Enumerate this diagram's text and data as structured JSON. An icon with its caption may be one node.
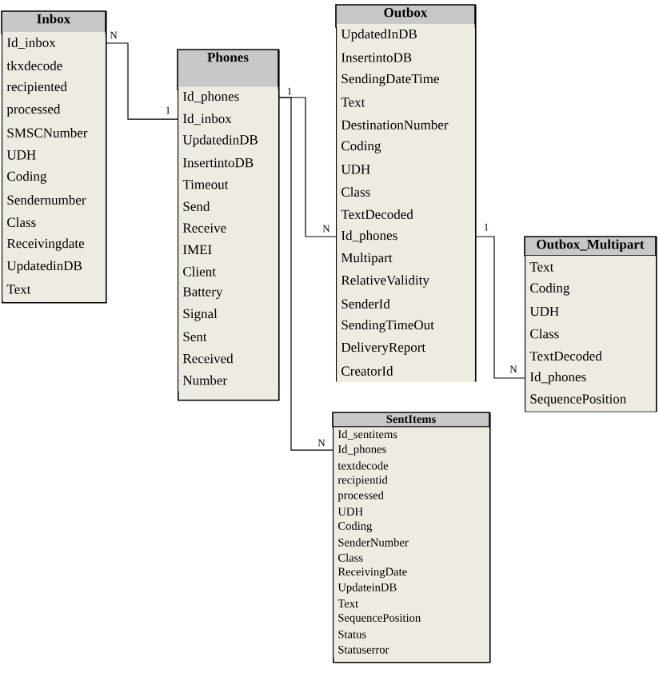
{
  "diagram": {
    "nodes": [
      {
        "text": [
          "Inbox"
        ]
      },
      {
        "text": [
          "Id_inbox"
        ],
        "in": 0
      },
      {
        "text": [
          "tkxdecode"
        ],
        "in": 0
      },
      {
        "text": [
          "recipiented"
        ],
        "in": 0
      },
      {
        "text": [
          "processed"
        ],
        "in": 0
      },
      {
        "text": [
          "SMSCNumber"
        ],
        "in": 0
      },
      {
        "text": [
          "UDH"
        ],
        "in": 0
      },
      {
        "text": [
          "Coding"
        ],
        "in": 0
      },
      {
        "text": [
          "Sendernumber"
        ],
        "in": 0
      },
      {
        "text": [
          "Class"
        ],
        "in": 0
      },
      {
        "text": [
          "Receivingdate"
        ],
        "in": 0
      },
      {
        "text": [
          "UpdatedinDB"
        ],
        "in": 0
      },
      {
        "text": [
          "Text"
        ],
        "in": 0
      },
      {
        "text": [
          "Phones"
        ]
      },
      {
        "text": [
          "Id_phones"
        ],
        "in": 13
      },
      {
        "text": [
          "Id_inbox"
        ],
        "in": 13
      },
      {
        "text": [
          "UpdatedinDB"
        ],
        "in": 13
      },
      {
        "text": [
          "InsertintoDB"
        ],
        "in": 13
      },
      {
        "text": [
          "Timeout"
        ],
        "in": 13
      },
      {
        "text": [
          "Send"
        ],
        "in": 13
      },
      {
        "text": [
          "Receive"
        ],
        "in": 13
      },
      {
        "text": [
          "IMEI"
        ],
        "in": 13
      },
      {
        "text": [
          "Client"
        ],
        "in": 13
      },
      {
        "text": [
          "Battery"
        ],
        "in": 13
      },
      {
        "text": [
          "Signal"
        ],
        "in": 13
      },
      {
        "text": [
          "Sent"
        ],
        "in": 13
      },
      {
        "text": [
          "Received"
        ],
        "in": 13
      },
      {
        "text": [
          "Number"
        ],
        "in": 13
      },
      {
        "text": [
          "Outbox"
        ]
      },
      {
        "text": [
          "UpdatedInDB"
        ],
        "in": 28
      },
      {
        "text": [
          "InsertintoDB"
        ],
        "in": 28
      },
      {
        "text": [
          "SendingDateTime"
        ],
        "in": 28
      },
      {
        "text": [
          "Text"
        ],
        "in": 28
      },
      {
        "text": [
          "DestinationNumber"
        ],
        "in": 28
      },
      {
        "text": [
          "Coding"
        ],
        "in": 28
      },
      {
        "text": [
          "UDH"
        ],
        "in": 28
      },
      {
        "text": [
          "Class"
        ],
        "in": 28
      },
      {
        "text": [
          "TextDecoded"
        ],
        "in": 28
      },
      {
        "text": [
          "Id_phones"
        ],
        "in": 28
      },
      {
        "text": [
          "Multipart"
        ],
        "in": 28
      },
      {
        "text": [
          "RelativeValidity"
        ],
        "in": 28
      },
      {
        "text": [
          "SenderId"
        ],
        "in": 28
      },
      {
        "text": [
          "SendingTimeOut"
        ],
        "in": 28
      },
      {
        "text": [
          "DeliveryReport"
        ],
        "in": 28
      },
      {
        "text": [
          "CreatorId"
        ],
        "in": 28
      },
      {
        "text": [
          "Outbox_Multipart"
        ]
      },
      {
        "text": [
          "Text"
        ],
        "in": 45
      },
      {
        "text": [
          "Coding"
        ],
        "in": 45
      },
      {
        "text": [
          "UDH"
        ],
        "in": 45
      },
      {
        "text": [
          "Class"
        ],
        "in": 45
      },
      {
        "text": [
          "TextDecoded"
        ],
        "in": 45
      },
      {
        "text": [
          "Id_phones"
        ],
        "in": 45
      },
      {
        "text": [
          "SequencePosition"
        ],
        "in": 45
      },
      {
        "text": [
          "SentItems"
        ]
      },
      {
        "text": [
          "Id_sentitems"
        ],
        "in": 53
      },
      {
        "text": [
          "Id_phones"
        ],
        "in": 53
      },
      {
        "text": [
          "textdecode"
        ],
        "in": 53
      },
      {
        "text": [
          "recipientid"
        ],
        "in": 53
      },
      {
        "text": [
          "processed"
        ],
        "in": 53
      },
      {
        "text": [
          "UDH"
        ],
        "in": 53
      },
      {
        "text": [
          "Coding"
        ],
        "in": 53
      },
      {
        "text": [
          "SenderNumber"
        ],
        "in": 53
      },
      {
        "text": [
          "Class"
        ],
        "in": 53
      },
      {
        "text": [
          "ReceivingDate"
        ],
        "in": 53
      },
      {
        "text": [
          "UpdateinDB"
        ],
        "in": 53
      },
      {
        "text": [
          "Text"
        ],
        "in": 53
      },
      {
        "text": [
          "SequencePosition"
        ],
        "in": 53
      },
      {
        "text": [
          "Status"
        ],
        "in": 53
      },
      {
        "text": [
          "Statuserror"
        ],
        "in": 53
      }
    ],
    "edges": [
      {
        "from": 1,
        "to": 15,
        "arrow": "none"
      },
      {
        "from": 14,
        "to": 38,
        "arrow": "none"
      },
      {
        "from": 14,
        "to": 55,
        "arrow": "none"
      },
      {
        "from": 38,
        "to": 51,
        "arrow": "none"
      }
    ],
    "labels": [
      "N",
      "1",
      "1",
      "N",
      "1",
      "N",
      "N"
    ]
  }
}
